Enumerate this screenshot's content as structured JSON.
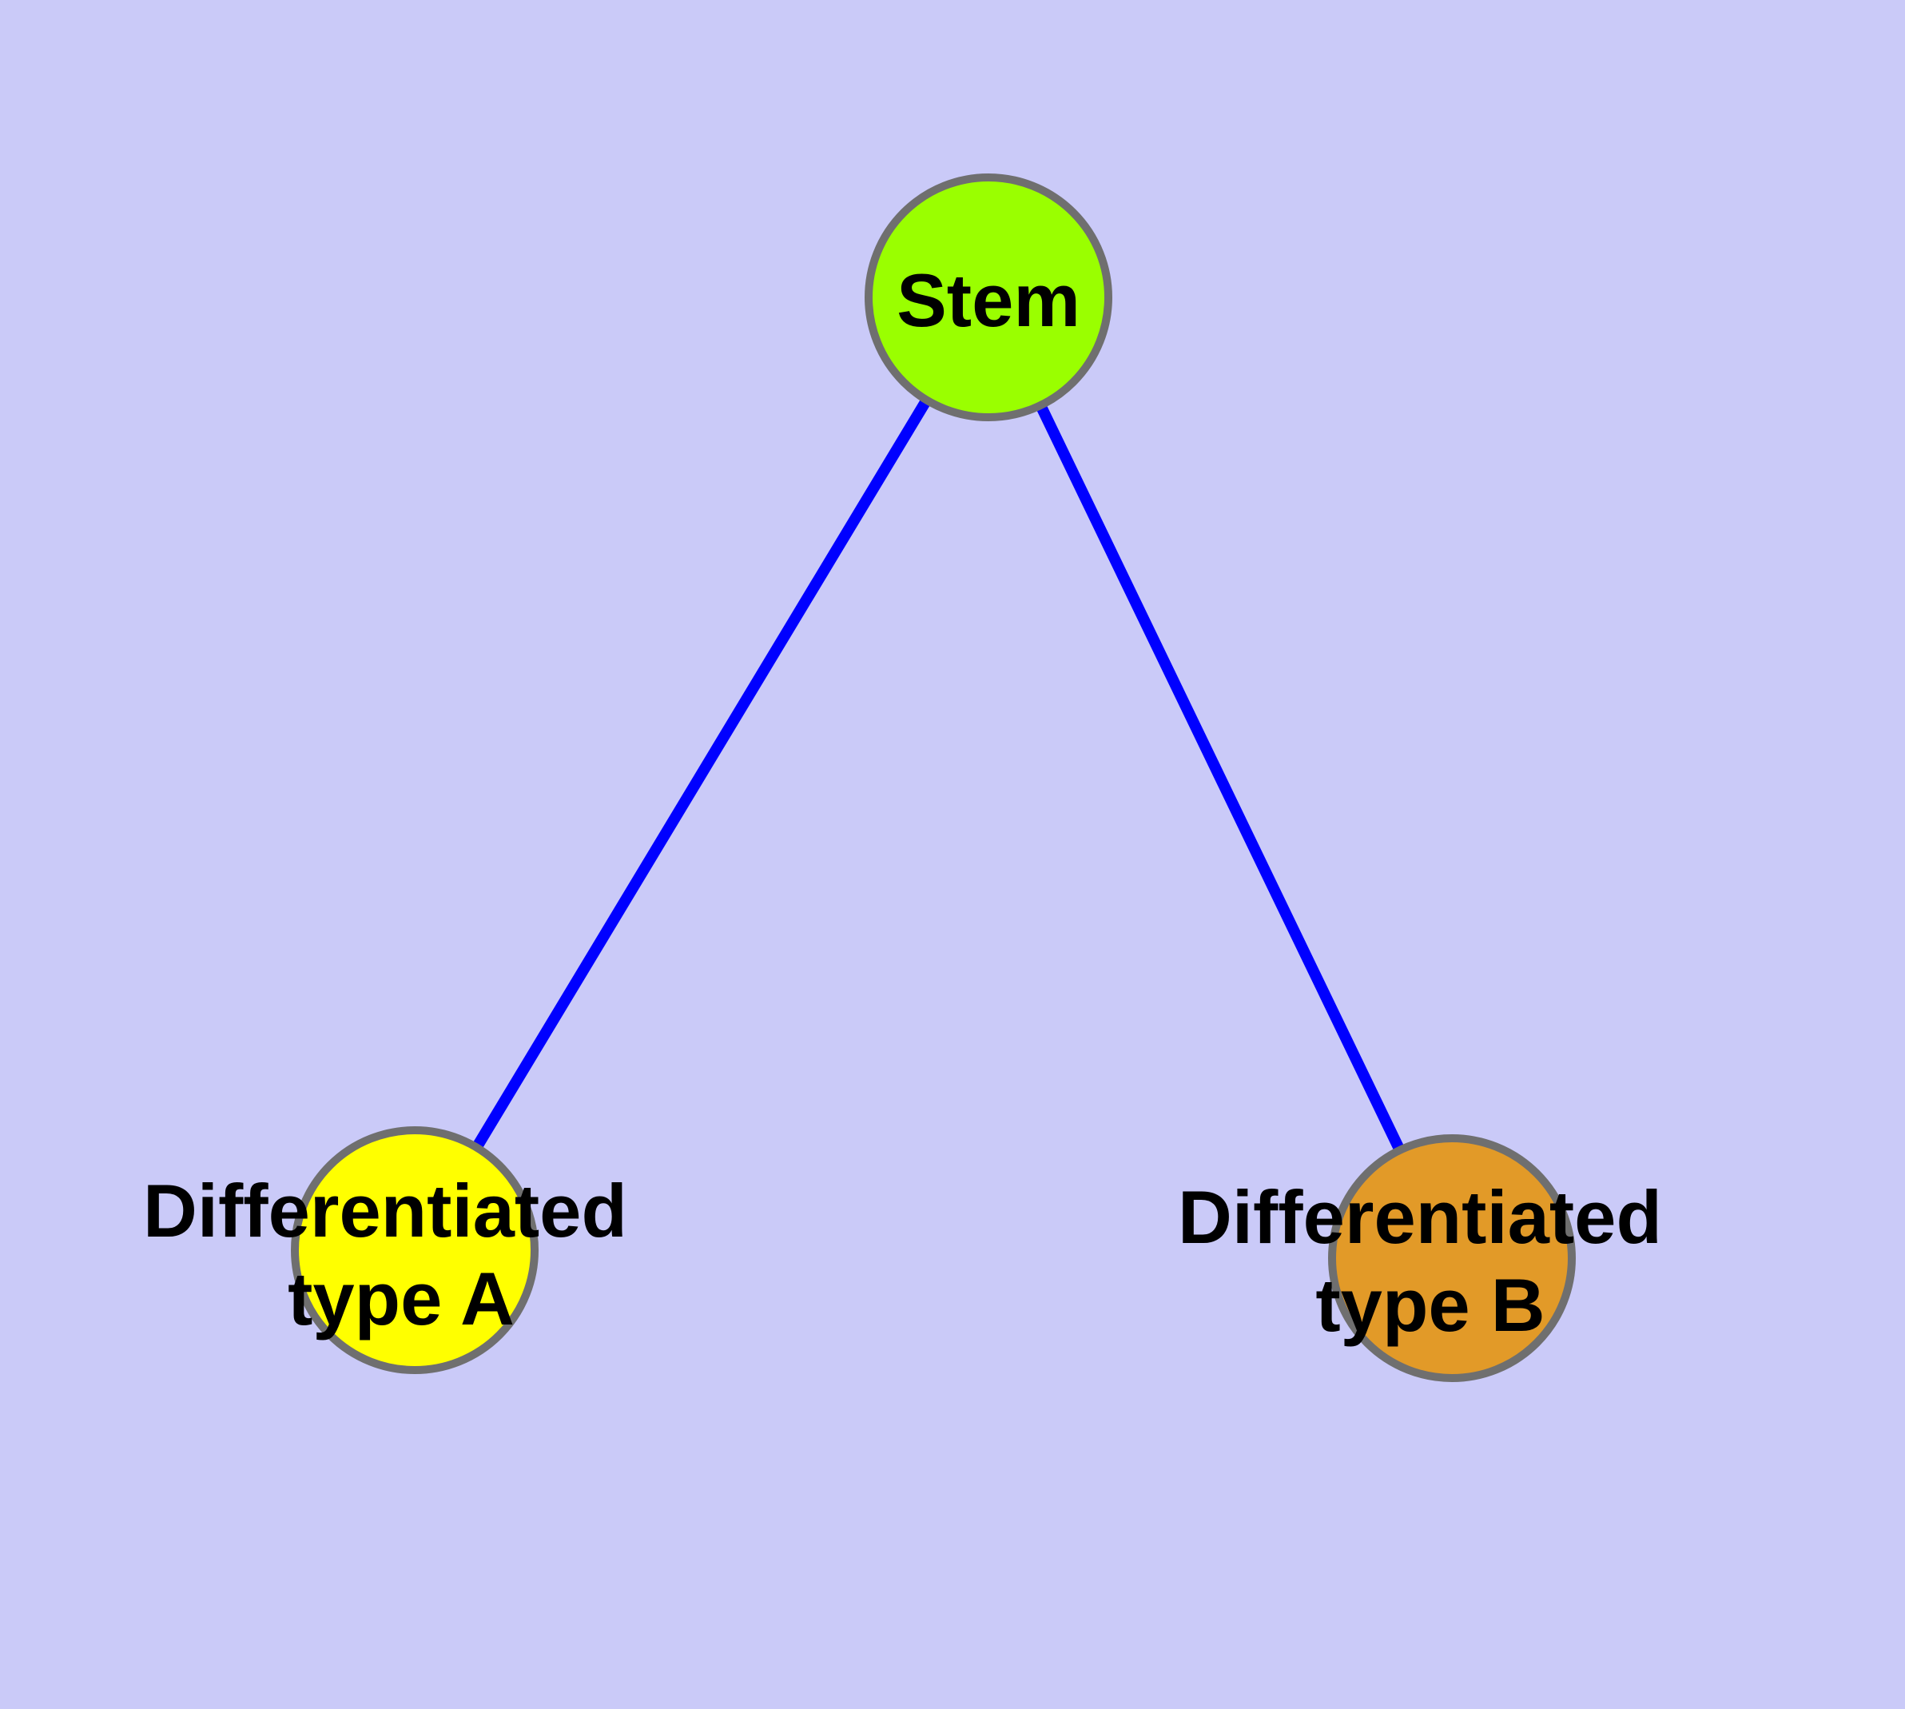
{
  "diagram": {
    "type": "graph",
    "background_color": "#cacaf8",
    "edge_color": "#0000ff",
    "node_border_color": "#6f6f6f",
    "label_color": "#000000",
    "nodes": {
      "stem": {
        "label": "Stem",
        "fill": "#9aff00"
      },
      "type_a": {
        "label": "Differentiated type A",
        "lines": [
          "Differentiated",
          "type A"
        ],
        "fill": "#ffff00"
      },
      "type_b": {
        "label": "Differentiated type B",
        "lines": [
          "Differentiated",
          "type B"
        ],
        "fill": "#e29a28"
      }
    },
    "edges": [
      {
        "from": "Stem",
        "to": "Differentiated type A"
      },
      {
        "from": "Stem",
        "to": "Differentiated type B"
      }
    ]
  }
}
